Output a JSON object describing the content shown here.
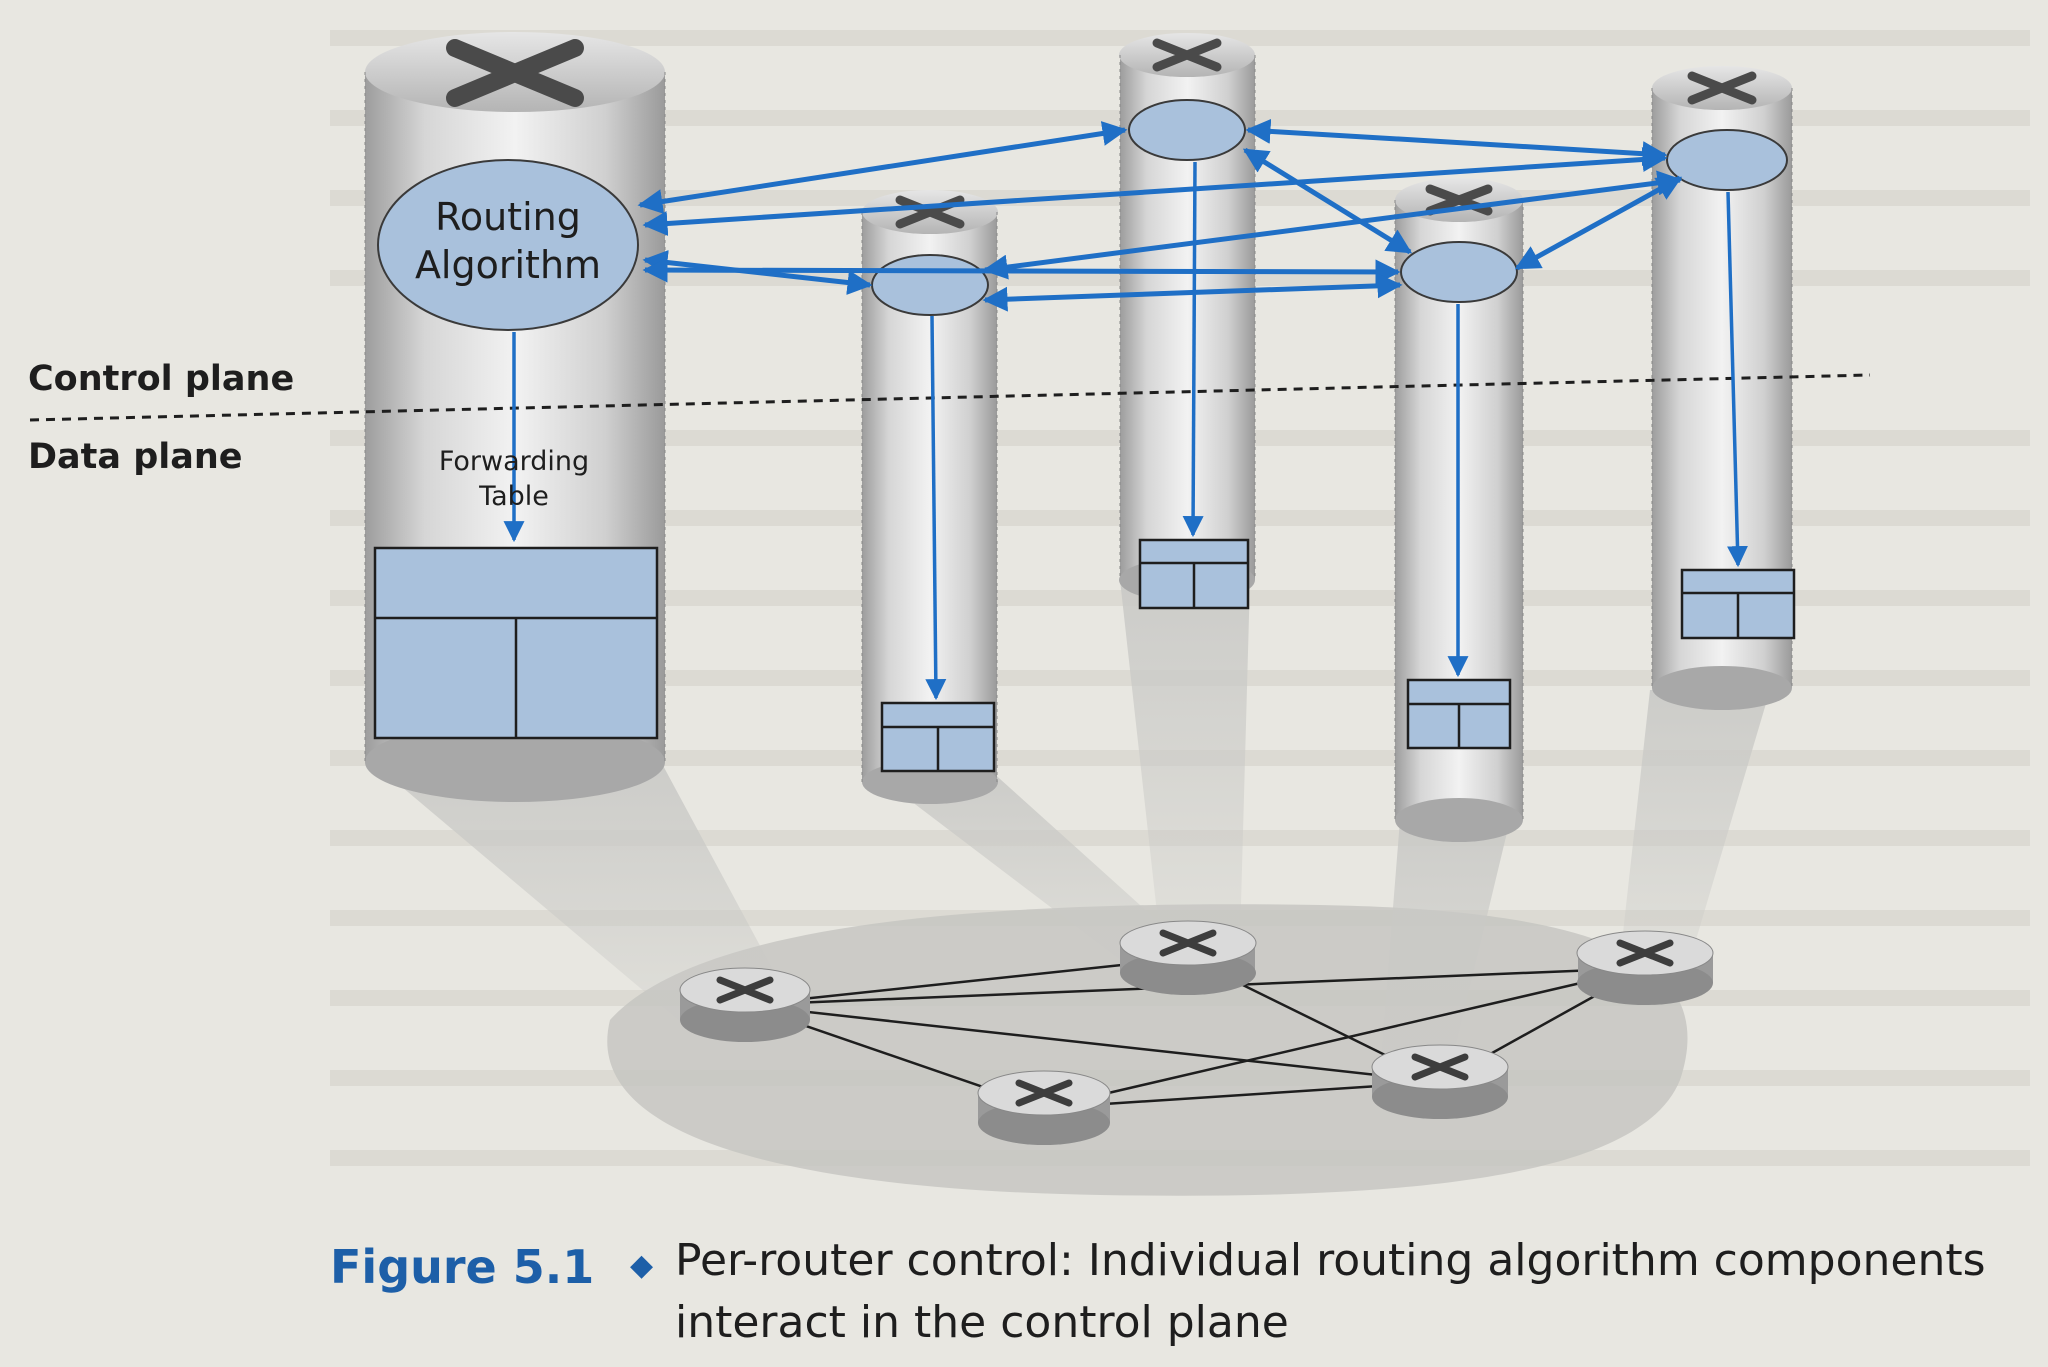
{
  "labels": {
    "control_plane": "Control plane",
    "data_plane": "Data plane",
    "routing_algorithm_line1": "Routing",
    "routing_algorithm_line2": "Algorithm",
    "forwarding_table_line1": "Forwarding",
    "forwarding_table_line2": "Table"
  },
  "caption": {
    "figure_number": "Figure 5.1",
    "separator": "◆",
    "text": "Per-router control: Individual routing algorithm components interact in the control plane"
  },
  "colors": {
    "arrow": "#1f6fc6",
    "routing_ellipse": "#a9c1dc",
    "forwarding_table": "#a9c1dc",
    "caption_accent": "#1d5fa8",
    "background": "#e8e7e1"
  }
}
